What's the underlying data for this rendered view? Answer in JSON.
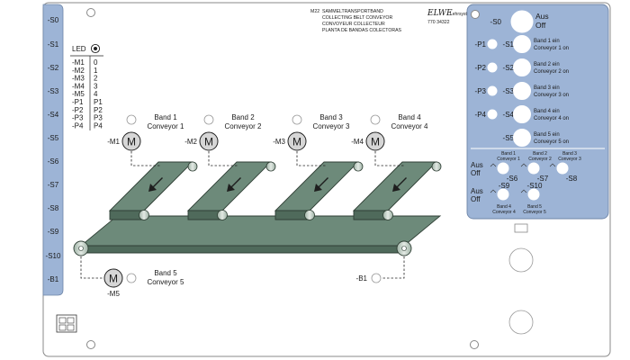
{
  "header": {
    "model": "M22",
    "titles": [
      "SAMMELTRANSPORTBAND",
      "COLLECTING BELT CONVEYOR",
      "CONVOYEUR COLLECTEUR",
      "PLANTA DE BANDAS COLECTORAS"
    ],
    "brand": "ELWE",
    "brand_suffix": "Lehrsysteme",
    "part_number": "770 34322"
  },
  "left_pins": [
    "-S0",
    "-S1",
    "-S2",
    "-S3",
    "-S4",
    "-S5",
    "-S6",
    "-S7",
    "-S8",
    "-S9",
    "-S10",
    "-B1"
  ],
  "led_legend": {
    "title": "LED",
    "rows": [
      {
        "sig": "-M1",
        "val": "0"
      },
      {
        "sig": "-M2",
        "val": "1"
      },
      {
        "sig": "-M3",
        "val": "2"
      },
      {
        "sig": "-M4",
        "val": "3"
      },
      {
        "sig": "-M5",
        "val": "4"
      },
      {
        "sig": "-P1",
        "val": "P1"
      },
      {
        "sig": "-P2",
        "val": "P2"
      },
      {
        "sig": "-P3",
        "val": "P3"
      },
      {
        "sig": "-P4",
        "val": "P4"
      }
    ]
  },
  "conveyors": [
    {
      "band": "Band 1",
      "name": "Conveyor 1",
      "motor_tag": "-M1",
      "motor": "M"
    },
    {
      "band": "Band 2",
      "name": "Conveyor 2",
      "motor_tag": "-M2",
      "motor": "M"
    },
    {
      "band": "Band 3",
      "name": "Conveyor 3",
      "motor_tag": "-M3",
      "motor": "M"
    },
    {
      "band": "Band 4",
      "name": "Conveyor 4",
      "motor_tag": "-M4",
      "motor": "M"
    }
  ],
  "collector": {
    "band": "Band 5",
    "name": "Conveyor 5",
    "motor_tag": "-M5",
    "motor": "M",
    "sensor_tag": "-B1"
  },
  "control_panel": {
    "master": {
      "tag": "-S0",
      "label1": "Aus",
      "label2": "Off"
    },
    "rows": [
      {
        "lamp": "-P1",
        "button": "-S1",
        "label1": "Band 1 ein",
        "label2": "Conveyor 1 on"
      },
      {
        "lamp": "-P2",
        "button": "-S2",
        "label1": "Band 2 ein",
        "label2": "Conveyor 2 on"
      },
      {
        "lamp": "-P3",
        "button": "-S3",
        "label1": "Band 3 ein",
        "label2": "Conveyor 3 on"
      },
      {
        "lamp": "-P4",
        "button": "-S4",
        "label1": "Band 4 ein",
        "label2": "Conveyor 4 on"
      },
      {
        "lamp": "",
        "button": "-S5",
        "label1": "Band 5 ein",
        "label2": "Conveyor 5 on"
      }
    ],
    "aus_off_switches": {
      "aus": "Aus",
      "off": "Off",
      "upper_headers": [
        {
          "l1": "Band 1",
          "l2": "Conveyor 1"
        },
        {
          "l1": "Band 2",
          "l2": "Conveyor 2"
        },
        {
          "l1": "Band 3",
          "l2": "Conveyor 3"
        }
      ],
      "upper_tags": [
        "-S6",
        "-S7",
        "-S8"
      ],
      "lower_tags": [
        "-S9",
        "-S10"
      ],
      "lower_headers": [
        {
          "l1": "Band 4",
          "l2": "Conveyor 4"
        },
        {
          "l1": "Band 5",
          "l2": "Conveyor 5"
        }
      ]
    }
  },
  "colors": {
    "panel_blue": "#9db4d6",
    "belt_green": "#6d8a7a",
    "belt_dark": "#4f6a5b",
    "roller": "#c9d3cc",
    "board_border": "#8a8a8a"
  },
  "icons": [
    "motor-icon",
    "led-icon",
    "arrow-down-icon",
    "roller-icon",
    "connector-icon"
  ]
}
